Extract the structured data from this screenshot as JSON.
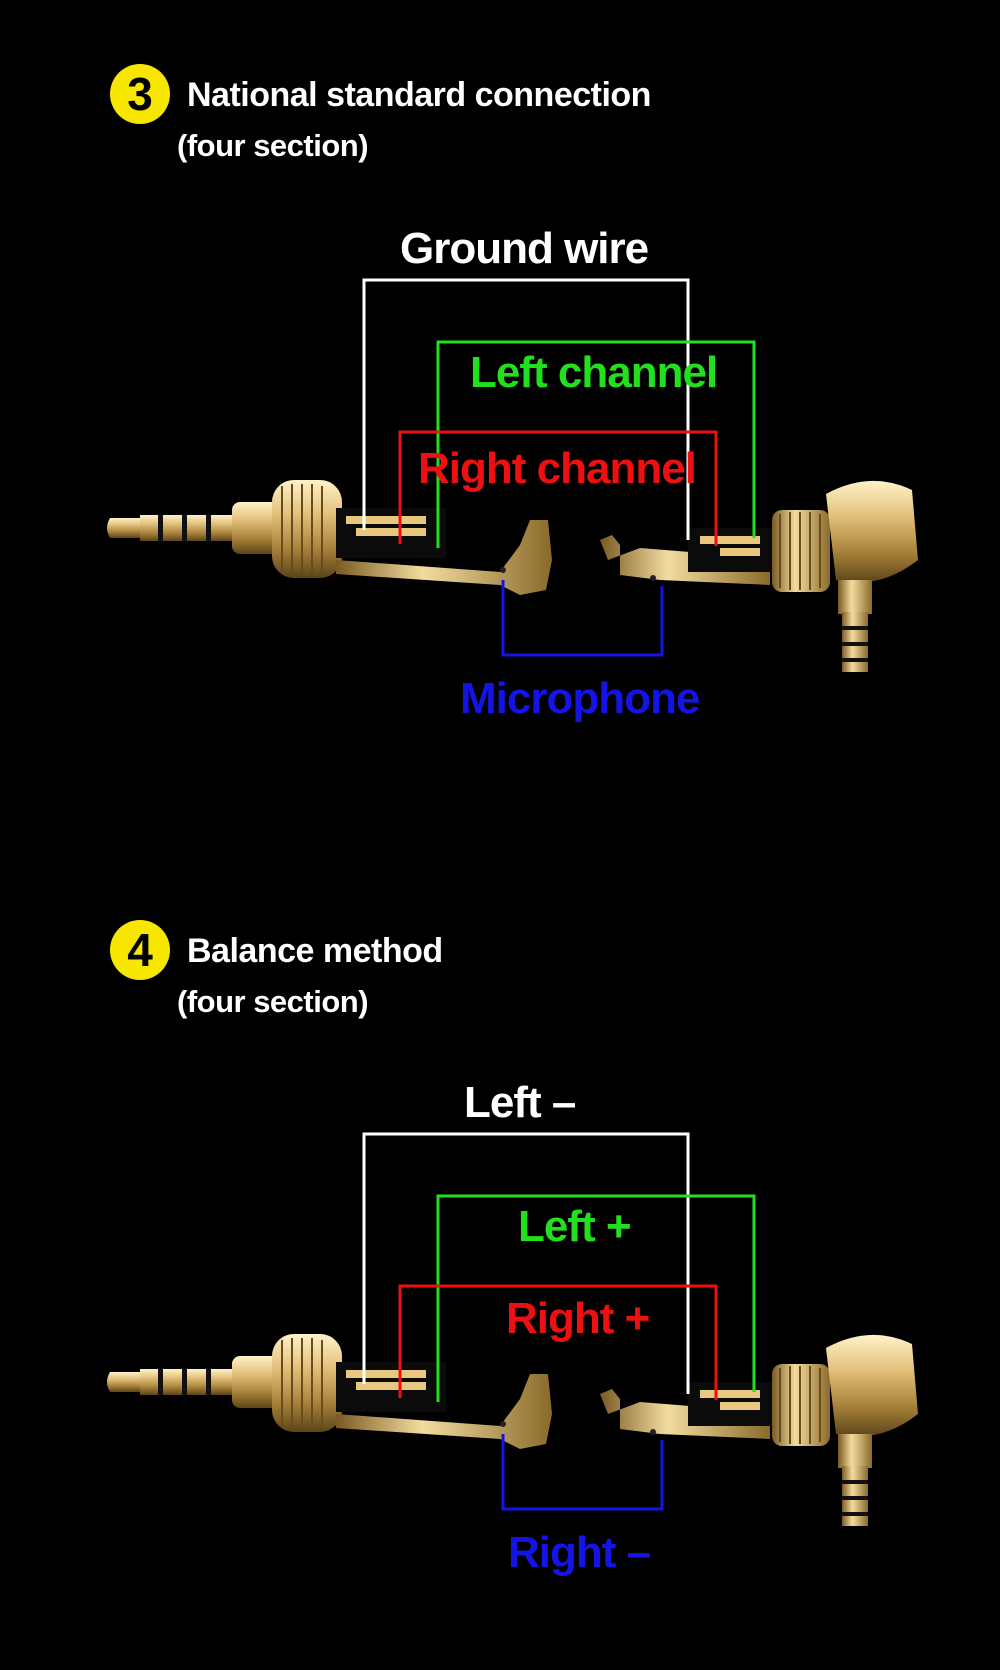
{
  "sections": [
    {
      "number": "3",
      "title": "National standard connection",
      "subtitle": "(four section)",
      "labels": {
        "white": "Ground wire",
        "green": "Left channel",
        "red": "Right channel",
        "blue": "Microphone"
      }
    },
    {
      "number": "4",
      "title": "Balance method",
      "subtitle": "(four section)",
      "labels": {
        "white": "Left –",
        "green": "Left +",
        "red": "Right +",
        "blue": "Right –"
      }
    }
  ],
  "colors": {
    "background": "#000000",
    "badge": "#f7e600",
    "white_wire": "#ffffff",
    "green_wire": "#22e01e",
    "red_wire": "#ee1010",
    "blue_wire": "#1414e6",
    "gold": "#c9a55a"
  }
}
